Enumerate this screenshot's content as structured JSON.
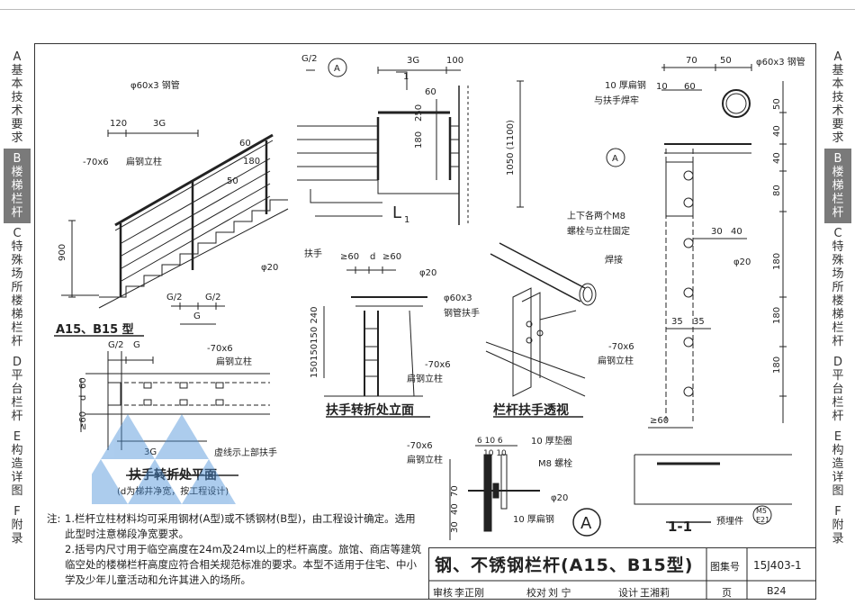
{
  "left_tabs": [
    {
      "letter": "A",
      "label": "基本技术要求",
      "active": false
    },
    {
      "letter": "B",
      "label": "楼梯栏杆",
      "active": true
    },
    {
      "letter": "C",
      "label": "特殊场所楼梯栏杆",
      "active": false
    },
    {
      "letter": "D",
      "label": "平台栏杆",
      "active": false
    },
    {
      "letter": "E",
      "label": "构造详图",
      "active": false
    },
    {
      "letter": "F",
      "label": "附录",
      "active": false
    }
  ],
  "right_tabs": [
    {
      "letter": "A",
      "label": "基本技术要求",
      "active": false
    },
    {
      "letter": "B",
      "label": "楼梯栏杆",
      "active": true
    },
    {
      "letter": "C",
      "label": "特殊场所楼梯栏杆",
      "active": false
    },
    {
      "letter": "D",
      "label": "平台栏杆",
      "active": false
    },
    {
      "letter": "E",
      "label": "构造详图",
      "active": false
    },
    {
      "letter": "F",
      "label": "附录",
      "active": false
    }
  ],
  "elevation": {
    "steel_pipe": "φ60x3 钢管",
    "dim_120": "120",
    "dim_3g": "3G",
    "flat_post": "-70x6",
    "flat_post_label": "扁钢立柱",
    "dim_60": "60",
    "dim_180": "180",
    "dim_50": "50",
    "dim_900": "900",
    "phi20": "φ20",
    "g2": "G/2",
    "g": "G",
    "type_label": "A15、B15 型"
  },
  "section": {
    "g2": "G/2",
    "dim_3g": "3G",
    "dim_100": "100",
    "mark_a": "A",
    "dim_1": "1",
    "dim_60": "60",
    "dim_250": "250",
    "dim_180": "180",
    "dim_1050": "1050 (1100)",
    "l1": "L",
    "l1_sub": "1"
  },
  "turn_elevation": {
    "handrail": "扶手",
    "ge60": "≥60",
    "d": "d",
    "phi20": "φ20",
    "dims": "150150150 240",
    "flat": "-70x6",
    "flat_label": "扁钢立柱",
    "title": "扶手转折处立面"
  },
  "perspective": {
    "pipe": "φ60x3",
    "pipe_label": "钢管扶手",
    "title": "栏杆扶手透视"
  },
  "turn_plan": {
    "g2": "G/2",
    "g": "G",
    "flat": "-70x6",
    "flat_label": "扁钢立柱",
    "d": "d",
    "ge60": "≥60",
    "dim_60": "60",
    "dim_3g": "3G",
    "dashed_note": "虚线示上部扶手",
    "title": "扶手转折处平面",
    "subtitle": "(d为梯井净宽，按工程设计)"
  },
  "detail_right": {
    "dim_70": "70",
    "dim_50": "50",
    "pipe": "φ60x3 钢管",
    "flat10": "10 厚扁钢",
    "weld_label": "与扶手焊牢",
    "dim_10": "10",
    "dim_60": "60",
    "mark_a": "A",
    "bolt_note1": "上下各两个M8",
    "bolt_note2": "螺栓与立柱固定",
    "dims_v": [
      "50",
      "40",
      "40",
      "80"
    ],
    "dim_30": "30",
    "dim_40": "40",
    "weld": "焊接",
    "phi20": "φ20",
    "dims_v2": [
      "180",
      "180",
      "180"
    ],
    "dim_35a": "35",
    "dim_35b": "35",
    "flat": "-70x6",
    "flat_label": "扁钢立柱",
    "ge60": "≥60",
    "embed": "预埋件",
    "embed_tag": "M5",
    "embed_tag2": "E21",
    "section_label": "1-1"
  },
  "detail_a": {
    "flat": "-70x6",
    "flat_label": "扁钢立柱",
    "dims_top": "6 10 6",
    "dims_top2": "10 10",
    "washer": "10 厚垫圈",
    "bolt": "M8 螺栓",
    "dim_70": "70",
    "dim_40": "40",
    "dim_30": "30",
    "phi20": "φ20",
    "flat10": "10 厚扁钢",
    "mark": "A"
  },
  "notes": {
    "prefix": "注:",
    "items": [
      "1.栏杆立柱材料均可采用钢材(A型)或不锈钢材(B型)，由工程设计确定。选用此型时注意梯段净宽要求。",
      "2.括号内尺寸用于临空高度在24m及24m以上的栏杆高度。旅馆、商店等建筑临空处的楼梯栏杆高度应符合相关规范标准的要求。本型不适用于住宅、中小学及少年儿童活动和允许其进入的场所。"
    ]
  },
  "title_block": {
    "title": "钢、不锈钢栏杆(A15、B15型)",
    "atlas_no_label": "图集号",
    "atlas_no": "15J403-1",
    "review_label": "审核",
    "reviewer": "李正刚",
    "check_label": "校对",
    "checker": "刘 宁",
    "design_label": "设计",
    "designer": "王湘莉",
    "page_label": "页",
    "page": "B24"
  }
}
